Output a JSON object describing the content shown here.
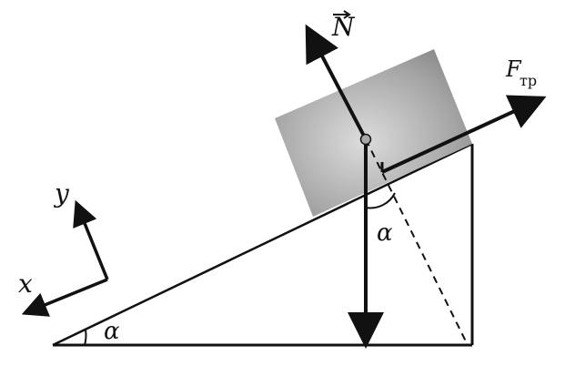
{
  "diagram": {
    "labels": {
      "normal_force": "N",
      "friction_main": "F",
      "friction_sub": "тр",
      "axis_x": "x",
      "axis_y": "y",
      "angle_base": "α",
      "angle_mid": "α"
    },
    "colors": {
      "line": "#111111",
      "block_light": "#dcdcdc",
      "block_dark": "#6f6f6f",
      "center_dot": "#a8a8a8",
      "background": "#ffffff"
    }
  }
}
